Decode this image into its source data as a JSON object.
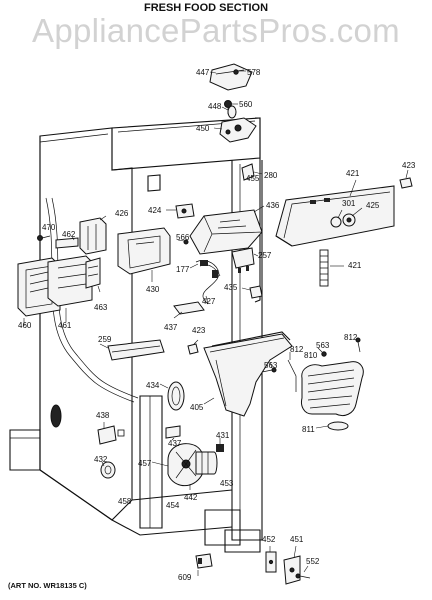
{
  "header": {
    "section_title": "FRESH FOOD SECTION",
    "watermark": "AppliancePartsPros.com"
  },
  "footer": {
    "art_number": "(ART NO. WR18135 C)"
  },
  "parts": {
    "p447": "447",
    "p578": "578",
    "p560": "560",
    "p448": "448",
    "p450": "450",
    "p455": "455",
    "p280": "280",
    "p421a": "421",
    "p423a": "423",
    "p436": "436",
    "p301": "301",
    "p425": "425",
    "p470": "470",
    "p462": "462",
    "p426": "426",
    "p424": "424",
    "p566": "566",
    "p257": "257",
    "p177": "177",
    "p421b": "421",
    "p460": "460",
    "p461": "461",
    "p463": "463",
    "p430": "430",
    "p427": "427",
    "p435": "435",
    "p437a": "437",
    "p423b": "423",
    "p812a": "812",
    "p812b": "812",
    "p563a": "563",
    "p563b": "563",
    "p810": "810",
    "p259": "259",
    "p434": "434",
    "p405": "405",
    "p811": "811",
    "p438": "438",
    "p437b": "437",
    "p431": "431",
    "p432": "432",
    "p457": "457",
    "p442": "442",
    "p453": "453",
    "p458": "458",
    "p454": "454",
    "p452": "452",
    "p451": "451",
    "p552": "552",
    "p609": "609"
  }
}
